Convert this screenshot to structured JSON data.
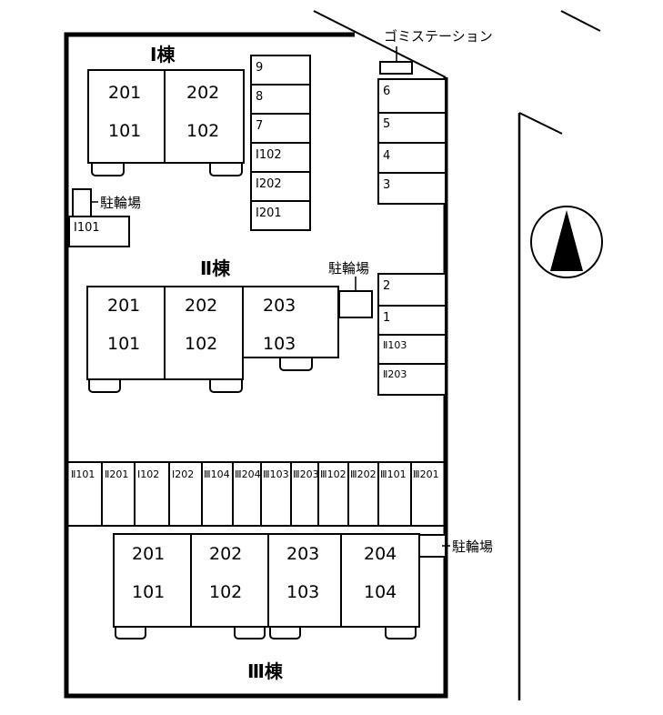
{
  "buildings": {
    "b1": {
      "name": "Ⅰ棟",
      "units": [
        {
          "upper": "201",
          "lower": "101"
        },
        {
          "upper": "202",
          "lower": "102"
        }
      ]
    },
    "b2": {
      "name": "Ⅱ棟",
      "units": [
        {
          "upper": "201",
          "lower": "101"
        },
        {
          "upper": "202",
          "lower": "102"
        },
        {
          "upper": "203",
          "lower": "103"
        }
      ]
    },
    "b3": {
      "name": "Ⅲ棟",
      "units": [
        {
          "upper": "201",
          "lower": "101"
        },
        {
          "upper": "202",
          "lower": "102"
        },
        {
          "upper": "203",
          "lower": "103"
        },
        {
          "upper": "204",
          "lower": "104"
        }
      ]
    }
  },
  "parking": {
    "column_a": [
      "9",
      "8",
      "7",
      "Ⅰ102",
      "Ⅰ202",
      "Ⅰ201"
    ],
    "column_b": [
      "6",
      "5",
      "4",
      "3"
    ],
    "column_c": [
      "2",
      "1",
      "Ⅱ103",
      "Ⅱ203"
    ],
    "i101_spot": "Ⅰ101",
    "row": [
      "Ⅱ101",
      "Ⅱ201",
      "Ⅰ102",
      "Ⅰ202",
      "Ⅲ104",
      "Ⅲ204",
      "Ⅲ103",
      "Ⅲ203",
      "Ⅲ102",
      "Ⅲ202",
      "Ⅲ101",
      "Ⅲ201"
    ]
  },
  "labels": {
    "garbage_station": "ゴミステーション",
    "bicycle_parking_1": "駐輪場",
    "bicycle_parking_2": "駐輪場",
    "bicycle_parking_3": "駐輪場"
  },
  "compass": {
    "direction": "north",
    "icon": "north-arrow-icon"
  }
}
